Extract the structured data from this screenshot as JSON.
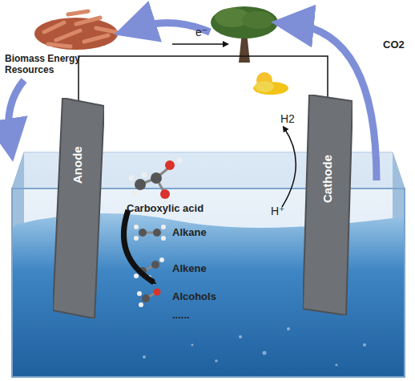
{
  "diagram": {
    "nodes": [
      {
        "text": [
          "Anode"
        ]
      },
      {
        "text": [
          "Cathode"
        ]
      }
    ],
    "edges": [
      {
        "from": 0,
        "to": 1,
        "arrow": "none"
      }
    ],
    "labels": [
      "Biomass Energy Resources",
      "CO2",
      "e⁻",
      "Carboxylic acid",
      "Alkane",
      "Alkene",
      "Alcohols",
      "......",
      "H2",
      "H⁺"
    ]
  }
}
